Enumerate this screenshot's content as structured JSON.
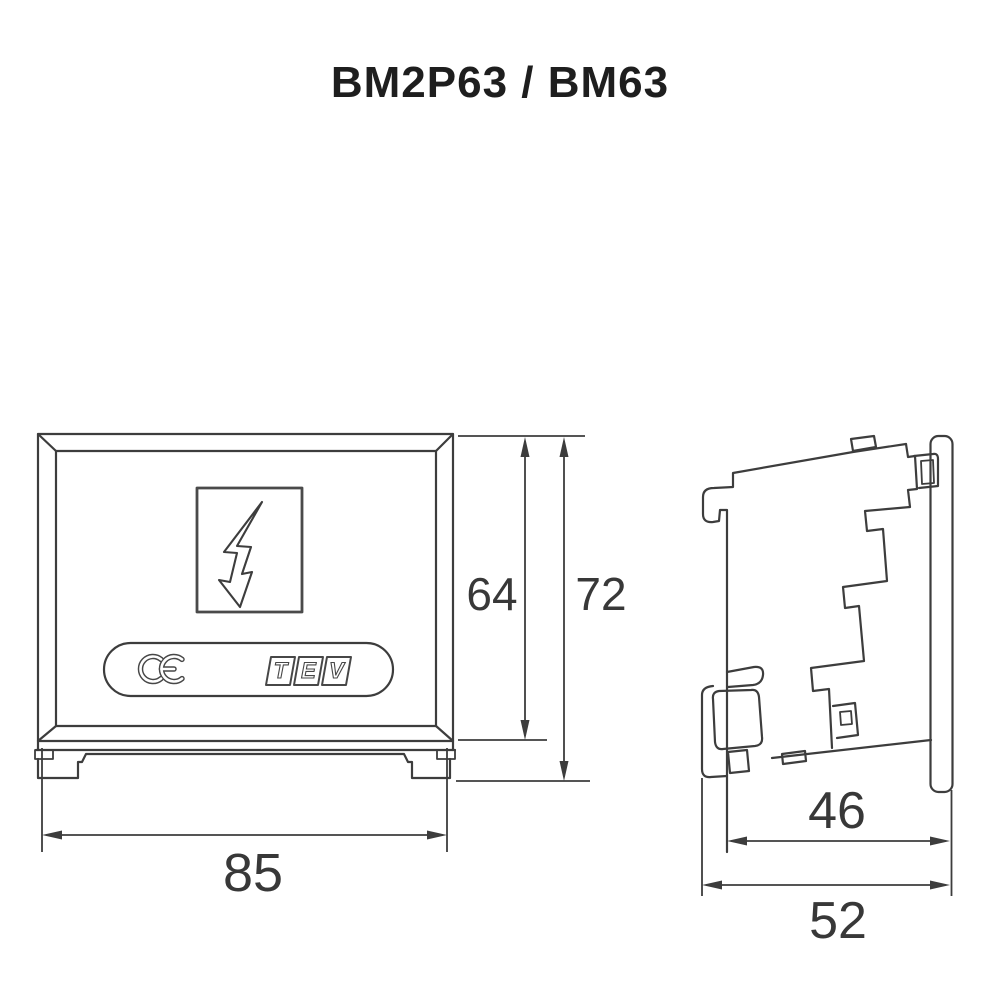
{
  "page": {
    "title": "BM2P63 / BM63",
    "background": "#ffffff"
  },
  "front_view": {
    "label": "front view of device",
    "hazard_symbol": "lightning-bolt-arrow-in-square",
    "badge": {
      "ce_text": "CE",
      "tev_letters": [
        "T",
        "E",
        "V"
      ]
    },
    "dimensions": {
      "width_mm": "85",
      "body_height_mm": "64",
      "overall_height_mm": "72"
    }
  },
  "side_view": {
    "label": "side profile view with DIN-rail clip",
    "dimensions": {
      "body_depth_mm": "46",
      "overall_depth_mm": "52"
    }
  },
  "colors": {
    "line": "#3d3d3d",
    "label_text": "#383838",
    "title_text": "#1e1e1e",
    "background": "#ffffff"
  }
}
